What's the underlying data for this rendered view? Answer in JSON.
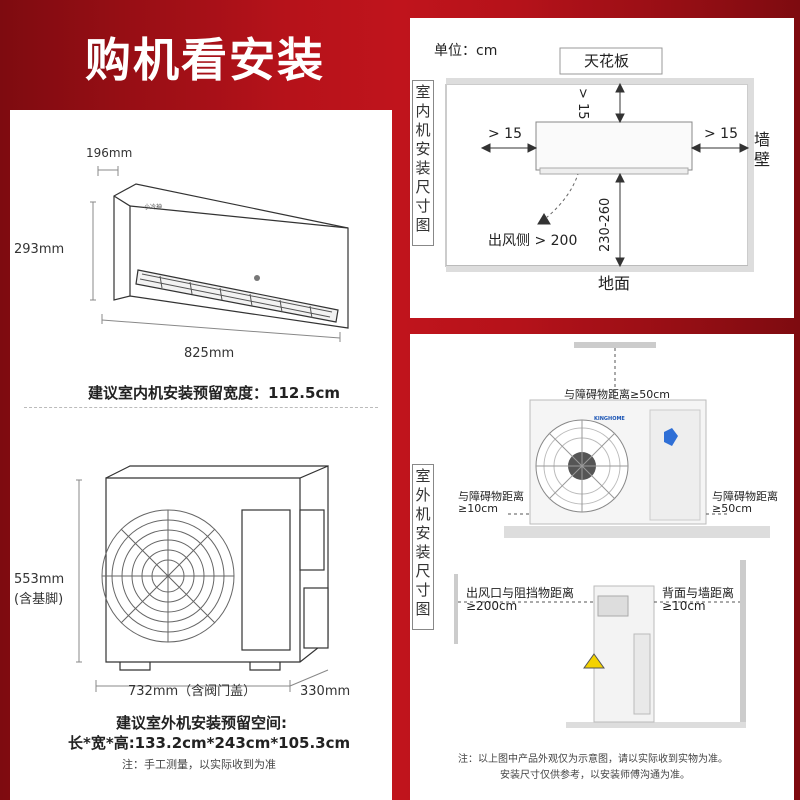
{
  "title": "购机看安装",
  "indoor": {
    "depth": "196mm",
    "height": "293mm",
    "width": "825mm",
    "brand": "小冷神",
    "reserved": "建议室内机安装预留宽度：112.5cm"
  },
  "outdoor": {
    "height_line1": "553mm",
    "height_line2": "(含基脚)",
    "width": "732mm（含阀门盖）",
    "depth": "330mm",
    "reserved_line1": "建议室外机安装预留空间:",
    "reserved_line2": "长*宽*高:133.2cm*243cm*105.3cm",
    "note": "注：手工测量，以实际收到为准"
  },
  "indoor_diagram": {
    "side_label": "室内机安装尺寸图",
    "unit": "单位：cm",
    "ceiling": "天花板",
    "top_gap": "> 15",
    "left_gap": "> 15",
    "right_gap": "> 15",
    "wall": "墙壁",
    "floor_gap": "230-260",
    "outlet": "出风侧 > 200",
    "floor": "地面"
  },
  "outdoor_diagram": {
    "side_label": "室外机安装尺寸图",
    "brand": "KINGHOME",
    "top_gap": "与障碍物距离≥50cm",
    "left_gap_1": "与障碍物距离",
    "left_gap_2": "≥10cm",
    "right_gap_1": "与障碍物距离",
    "right_gap_2": "≥50cm",
    "outlet_1": "出风口与阻挡物距离",
    "outlet_2": "≥200cm",
    "back_1": "背面与墙距离",
    "back_2": "≥10cm",
    "note_1": "注：以上图中产品外观仅为示意图，请以实际收到实物为准。",
    "note_2": "安装尺寸仅供参考，以安装师傅沟通为准。"
  }
}
